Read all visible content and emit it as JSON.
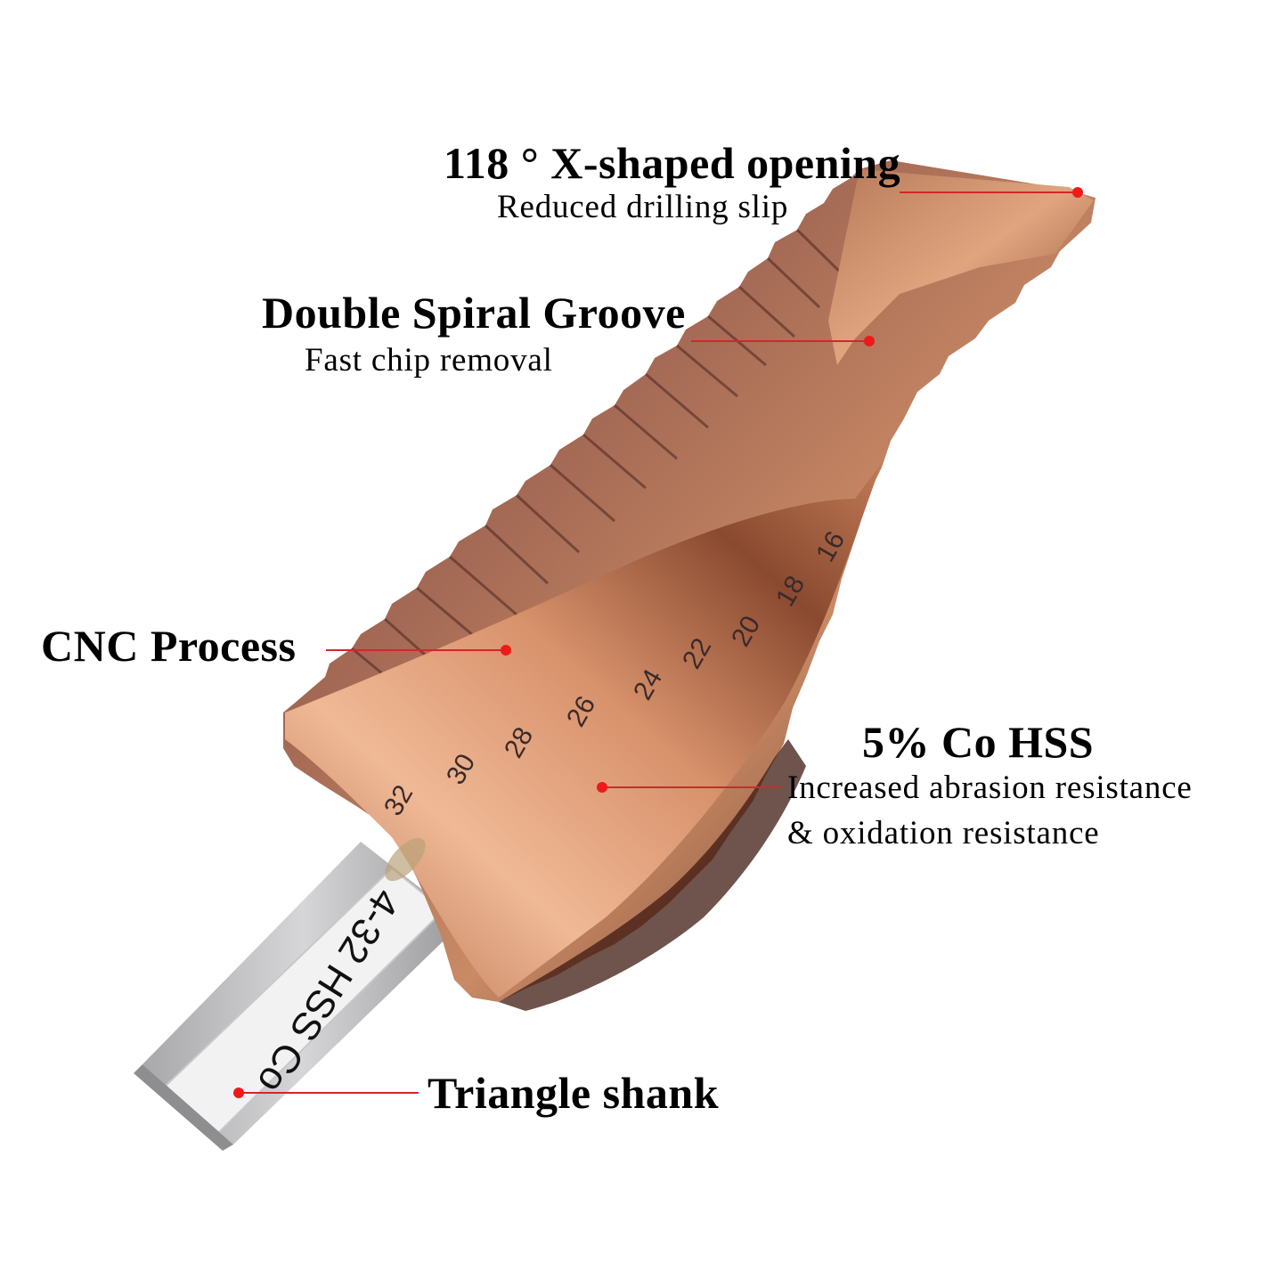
{
  "product": {
    "shank_label": "4-32 HSS Co",
    "step_sizes_mm": [
      "32",
      "30",
      "28",
      "26",
      "24",
      "22",
      "20",
      "18",
      "16"
    ],
    "colors": {
      "coating": "#b8714e",
      "coating_dark": "#5a2a1e",
      "coating_highlight": "#f2c3a0",
      "shank": "#c9c9cb",
      "label_bg": "#f4f4f4",
      "leader_line": "#d4262b",
      "leader_dot": "#ee1a1a"
    }
  },
  "callouts": [
    {
      "id": "tip",
      "title": "118 ° X-shaped opening",
      "subtitle": "Reduced drilling slip"
    },
    {
      "id": "groove",
      "title": "Double Spiral Groove",
      "subtitle": "Fast chip removal"
    },
    {
      "id": "cnc",
      "title": "CNC Process",
      "subtitle": ""
    },
    {
      "id": "material",
      "title": "5% Co HSS",
      "subtitle": "Increased abrasion resistance",
      "subtitle2": "& oxidation resistance"
    },
    {
      "id": "shank",
      "title": "Triangle shank",
      "subtitle": ""
    }
  ]
}
